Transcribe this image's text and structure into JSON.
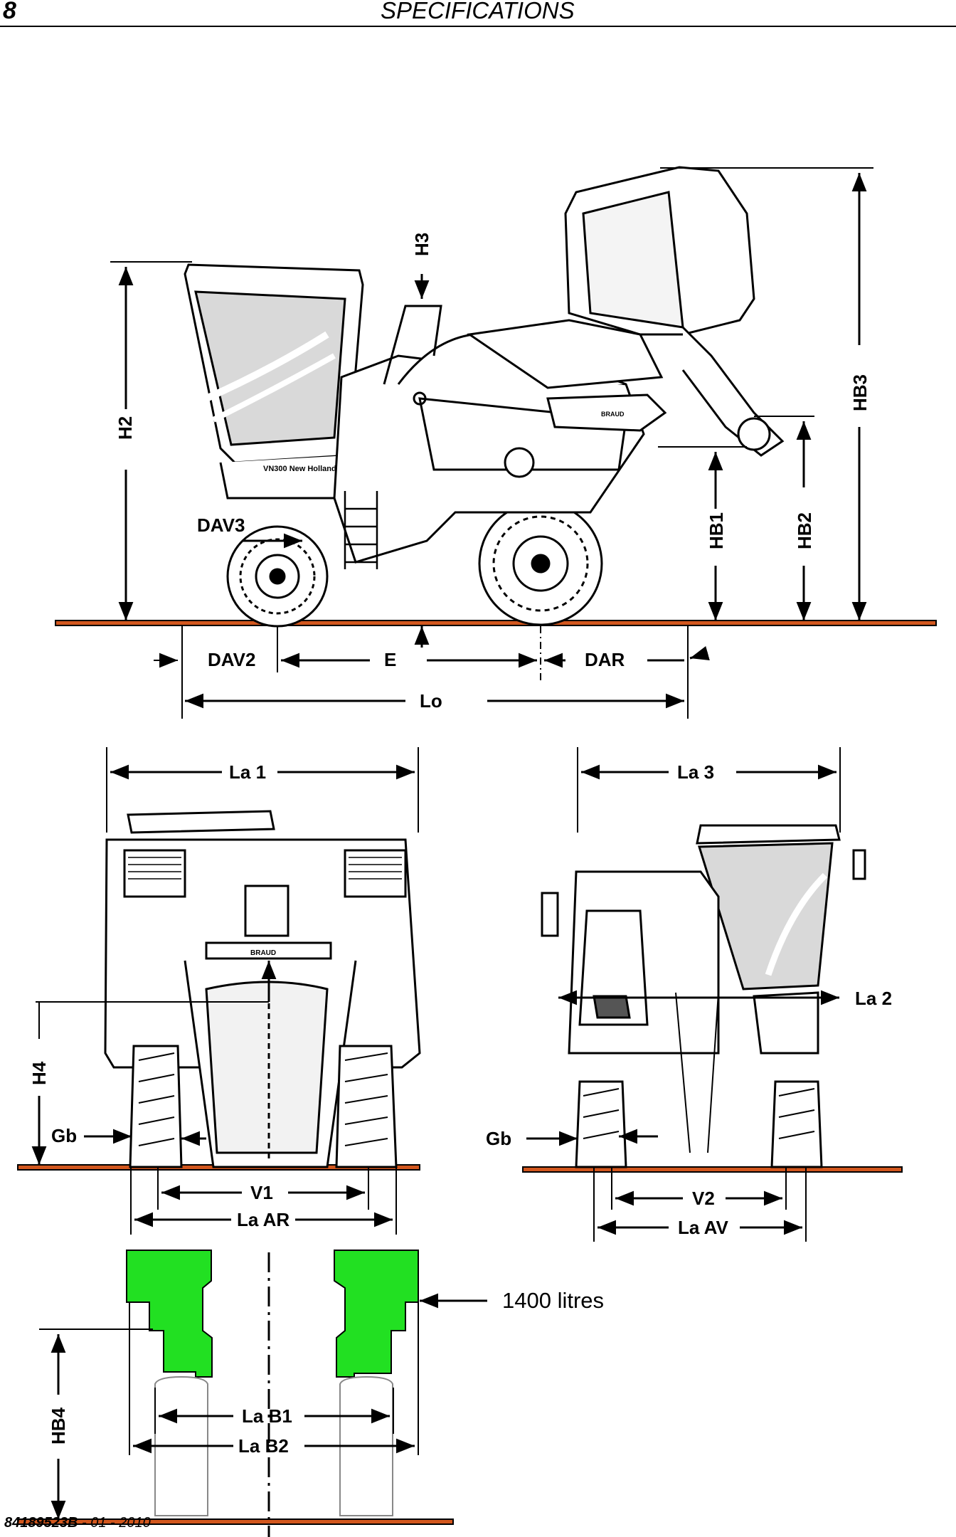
{
  "header": {
    "page_number": "8",
    "title": "SPECIFICATIONS"
  },
  "side_view_labels": {
    "h2": "H2",
    "h3": "H3",
    "dav3": "DAV3",
    "dav2": "DAV2",
    "e": "E",
    "dar": "DAR",
    "lo": "Lo",
    "hb1": "HB1",
    "hb2": "HB2",
    "hb3": "HB3"
  },
  "machine_brand": {
    "cab_model": "VN300 New Holland",
    "harvester_badge": "BRAUD"
  },
  "rear_view_labels": {
    "la1": "La 1",
    "h4": "H4",
    "gb": "Gb",
    "v1": "V1",
    "la_ar": "La AR"
  },
  "front_view_labels": {
    "la3": "La 3",
    "la2": "La 2",
    "gb": "Gb",
    "v2": "V2",
    "la_av": "La AV"
  },
  "hopper_view": {
    "hb4": "HB4",
    "la_b1": "La B1",
    "la_b2": "La B2",
    "capacity_note": "1400 litres",
    "hopper_color": "#22e022"
  },
  "footer": {
    "doc_number": "84189523B",
    "revision": "- 01 - 2010"
  }
}
